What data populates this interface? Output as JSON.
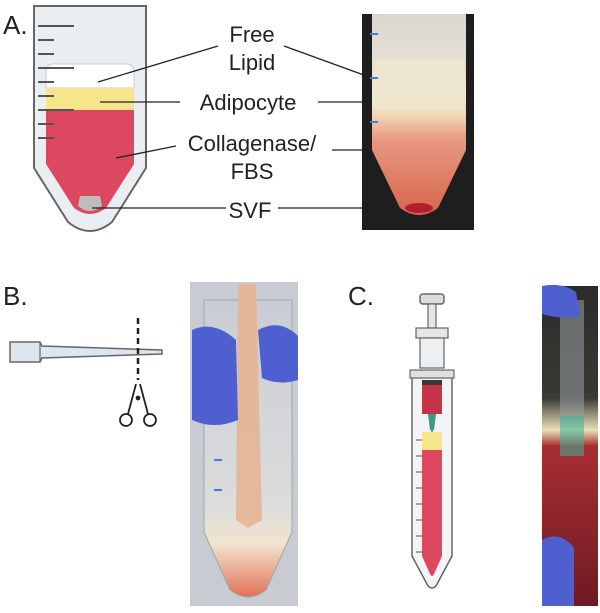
{
  "panels": {
    "a": {
      "letter": "A."
    },
    "b": {
      "letter": "B."
    },
    "c": {
      "letter": "C."
    }
  },
  "labels": {
    "free_lipid_line1": "Free",
    "free_lipid_line2": "Lipid",
    "adipocyte": "Adipocyte",
    "collagenase_line1": "Collagenase/",
    "collagenase_line2": "FBS",
    "svf": "SVF"
  },
  "colors": {
    "lipid": "#ffffff",
    "adipocyte": "#f6e58a",
    "collagenase": "#d9455a",
    "svf": "#bdbdbd",
    "tube_outline": "#555555",
    "tube_fill": "#e8eef3",
    "photo_dark": "#1c1c1c",
    "glove_blue": "#4e5fd0"
  },
  "icons": [
    "scissors-icon",
    "pipette-tip-icon",
    "syringe-icon"
  ]
}
